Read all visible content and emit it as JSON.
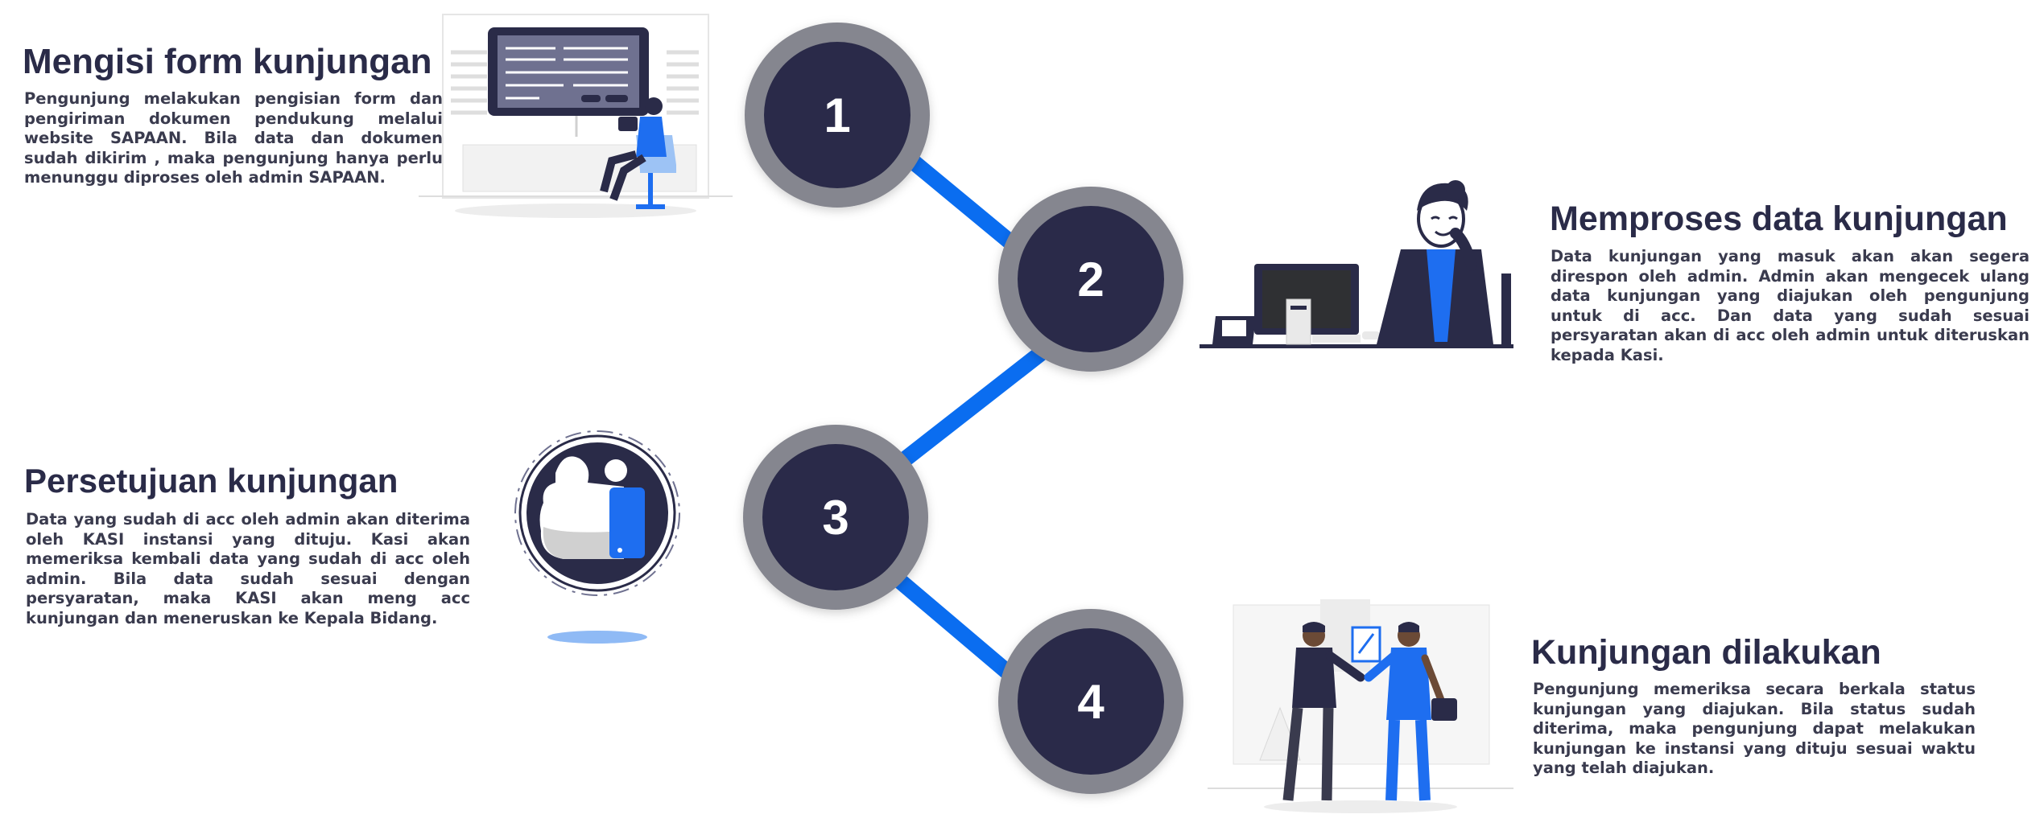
{
  "steps": [
    {
      "number": "1",
      "title": "Mengisi form kunjungan",
      "description": "Pengunjung melakukan pengisian form dan pengiriman dokumen pendukung melalui website SAPAAN. Bila data dan dokumen sudah dikirim , maka pengunjung hanya perlu menunggu diproses oleh admin SAPAAN.",
      "illustration": "person-filling-form-on-screen"
    },
    {
      "number": "2",
      "title": "Memproses data kunjungan",
      "description": "Data kunjungan yang masuk akan akan segera direspon oleh admin. Admin akan mengecek ulang data kunjungan yang diajukan oleh pengunjung untuk di acc. Dan data yang sudah sesuai persyaratan akan di acc oleh admin untuk diteruskan kepada Kasi.",
      "illustration": "admin-at-computer-desk"
    },
    {
      "number": "3",
      "title": "Persetujuan kunjungan",
      "description": "Data yang sudah di acc oleh admin akan diterima oleh KASI instansi yang dituju. Kasi akan memeriksa kembali data yang sudah di acc oleh admin. Bila data sudah sesuai dengan persyaratan, maka KASI akan meng acc kunjungan dan meneruskan ke Kepala Bidang.",
      "illustration": "thumbs-up-badge"
    },
    {
      "number": "4",
      "title": "Kunjungan dilakukan",
      "description": "Pengunjung memeriksa secara berkala status kunjungan yang diajukan. Bila status sudah diterima, maka pengunjung dapat melakukan kunjungan ke instansi yang dituju sesuai waktu yang telah diajukan.",
      "illustration": "two-people-handshake"
    }
  ],
  "colors": {
    "circle_fill": "#2a2b48",
    "circle_ring": "#85868f",
    "connector": "#0a6df0",
    "accent_blue": "#1e6ef0",
    "light_blue": "#8fbaf5",
    "text": "#2a2b48"
  }
}
